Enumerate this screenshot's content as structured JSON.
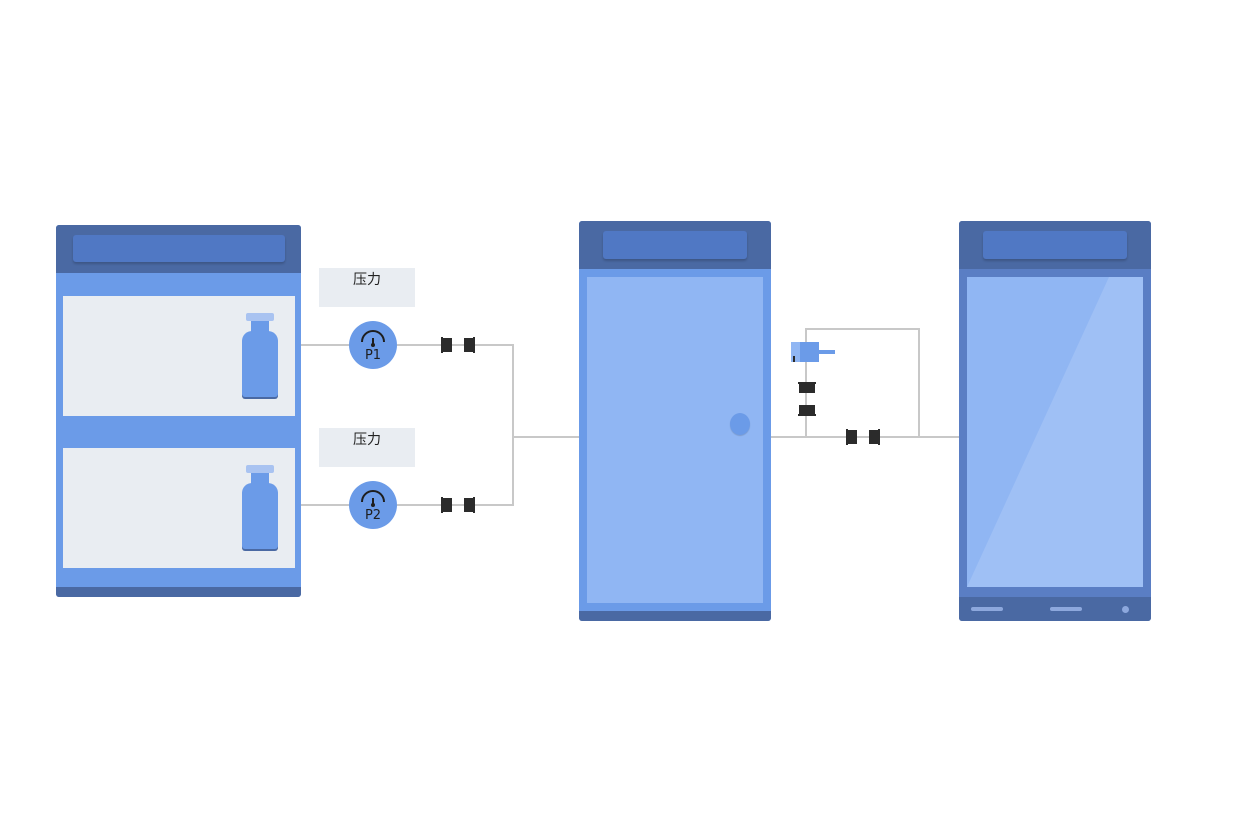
{
  "labels": {
    "pressure_1": "压力",
    "pressure_2": "压力"
  },
  "gauges": {
    "p1": "P1",
    "p2": "P2"
  },
  "colors": {
    "dark_blue": "#4a69a3",
    "mid_blue": "#6b9be8",
    "light_blue": "#90b6f3",
    "panel_gray": "#e9edf2",
    "wire_gray": "#c8c8c8",
    "valve_black": "#2b2b2b"
  },
  "icons": {
    "cylinder": "gas-cylinder-icon",
    "gauge": "pressure-gauge-icon",
    "valve": "valve-icon",
    "plug": "plug-icon"
  }
}
